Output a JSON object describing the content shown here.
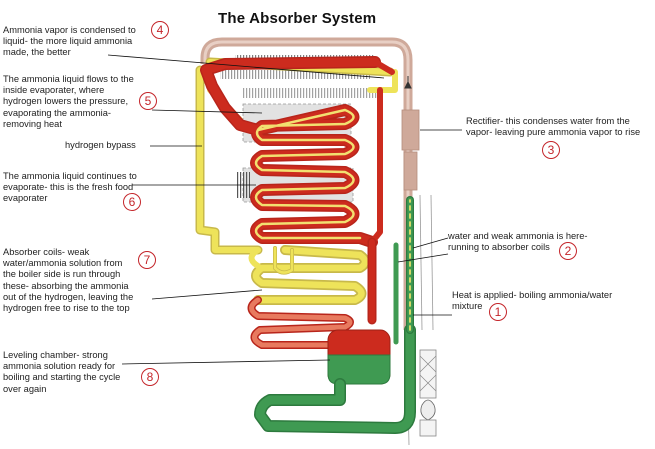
{
  "title": "The Absorber System",
  "colors": {
    "rectifier_tube": "#cfa99a",
    "liquid_ammonia": "#cc2b1e",
    "hydrogen": "#eee35a",
    "absorber_liquid": "#3f9a52",
    "marker": "#c4252a"
  },
  "annotations": [
    {
      "number": "4",
      "lines": [
        "Ammonia vapor is condensed to",
        "liquid- the more liquid ammonia",
        "made, the better"
      ]
    },
    {
      "number": "5",
      "lines": [
        "The ammonia liquid flows to the",
        "inside evaporater, where",
        "hydrogen lowers the pressure,",
        "evaporating the ammonia-",
        "removing heat"
      ]
    },
    {
      "number": null,
      "lines": [
        "hydrogen bypass"
      ]
    },
    {
      "number": "6",
      "lines": [
        "The ammonia liquid continues to",
        "evaporate- this is the fresh food",
        "evaporater"
      ]
    },
    {
      "number": "7",
      "lines": [
        "Absorber coils- weak",
        "water/ammonia solution from",
        "the boiler side is run through",
        "these- absorbing the ammonia",
        "out of the hydrogen, leaving the",
        "hydrogen free to rise to the top"
      ]
    },
    {
      "number": "8",
      "lines": [
        "Leveling chamber- strong",
        "ammonia solution ready for",
        "boiling and starting the cycle",
        "over again"
      ]
    },
    {
      "number": "3",
      "lines": [
        "Rectifier- this condenses water from the",
        "vapor- leaving pure ammonia vapor to rise"
      ]
    },
    {
      "number": "2",
      "lines": [
        "water and weak ammonia is here-",
        "running to absorber coils"
      ]
    },
    {
      "number": "1",
      "lines": [
        "Heat is applied- boiling ammonia/water",
        "mixture"
      ]
    }
  ]
}
